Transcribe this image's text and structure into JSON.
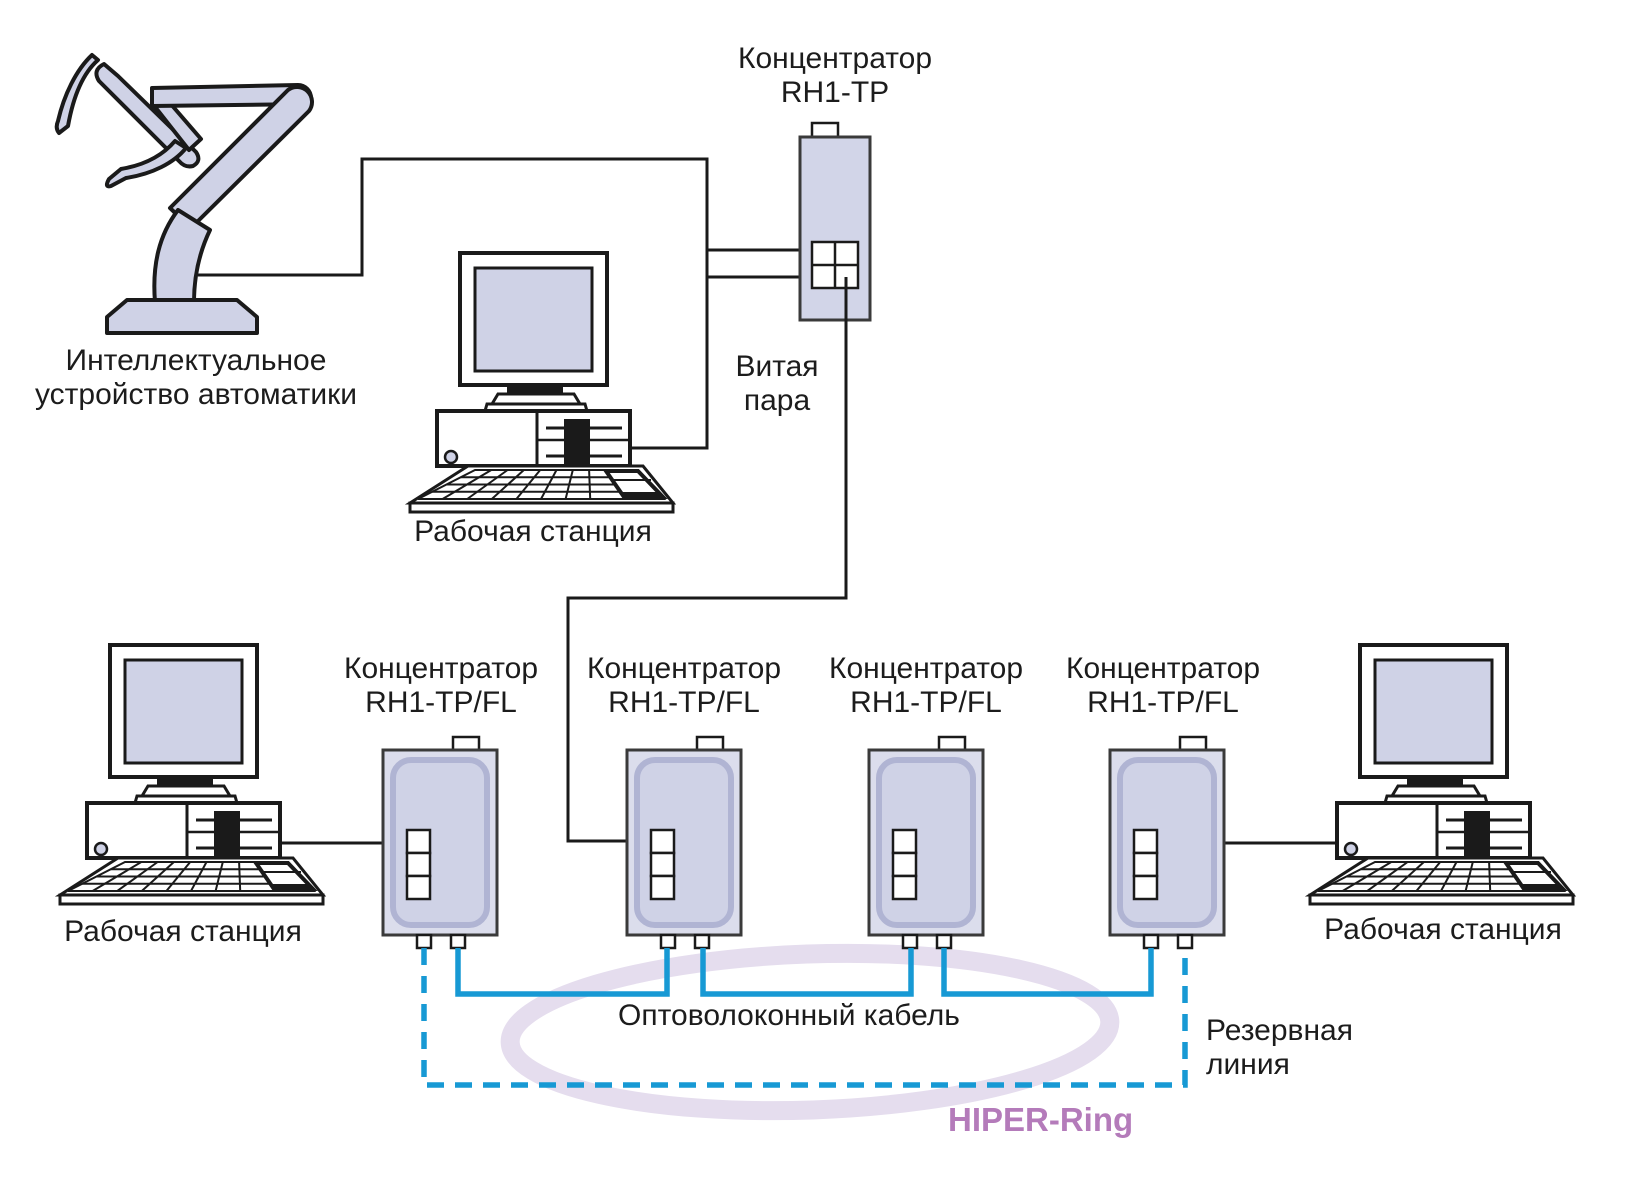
{
  "colors": {
    "line_black": "#1a1a1a",
    "fiber_blue": "#1799d4",
    "device_fill": "#d2d5e8",
    "hub_body_fill": "#dbddec",
    "hub_inner_fill": "#cfd2e6",
    "hub_inner_stroke": "#b0b4d3",
    "ring_ellipse": "#e5ddee",
    "ring_text": "#b47bba"
  },
  "smart_device": {
    "label": [
      "Интеллектуальное",
      "устройство автоматики"
    ]
  },
  "top_hub": {
    "label": [
      "Концентратор",
      "RH1-TP"
    ]
  },
  "twisted_pair": {
    "label": [
      "Витая",
      "пара"
    ]
  },
  "workstations": {
    "top": "Рабочая станция",
    "left": "Рабочая станция",
    "right": "Рабочая станция"
  },
  "ring_hubs": [
    {
      "label": [
        "Концентратор",
        "RH1-TP/FL"
      ]
    },
    {
      "label": [
        "Концентратор",
        "RH1-TP/FL"
      ]
    },
    {
      "label": [
        "Концентратор",
        "RH1-TP/FL"
      ]
    },
    {
      "label": [
        "Концентратор",
        "RH1-TP/FL"
      ]
    }
  ],
  "fiber_cable": {
    "label": "Оптоволоконный кабель"
  },
  "backup_line": {
    "label": [
      "Резервная",
      "линия"
    ]
  },
  "ring": {
    "label": "HIPER-Ring"
  }
}
